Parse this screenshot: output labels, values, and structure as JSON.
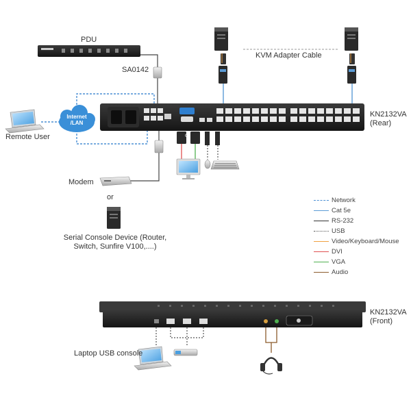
{
  "labels": {
    "pdu": "PDU",
    "kvm_adapter_cable": "KVM Adapter Cable",
    "sa0142": "SA0142",
    "remote_user": "Remote User",
    "internet_lan": "Internet\n/LAN",
    "kn2132va_rear": "KN2132VA\n(Rear)",
    "modem": "Modem",
    "or": "or",
    "or_small": "or",
    "serial_console": "Serial Console Device (Router,\nSwitch, Sunfire V100,....)",
    "kn2132va_front": "KN2132VA\n(Front)",
    "laptop_usb_console": "Laptop USB console"
  },
  "legend": [
    {
      "label": "Network",
      "color": "#4a8fd4",
      "style": "dashed"
    },
    {
      "label": "Cat 5e",
      "color": "#5b9bd5",
      "style": "solid"
    },
    {
      "label": "RS-232",
      "color": "#333333",
      "style": "solid"
    },
    {
      "label": "USB",
      "color": "#555555",
      "style": "dotted"
    },
    {
      "label": "Video/Keyboard/Mouse",
      "color": "#f0a040",
      "style": "solid"
    },
    {
      "label": "DVI",
      "color": "#e05050",
      "style": "solid"
    },
    {
      "label": "VGA",
      "color": "#50b050",
      "style": "solid"
    },
    {
      "label": "Audio",
      "color": "#8b5a2b",
      "style": "solid"
    }
  ],
  "colors": {
    "device_dark": "#1f1f1f",
    "port": "#e6e6e6",
    "cloud": "#3a8fd8"
  }
}
